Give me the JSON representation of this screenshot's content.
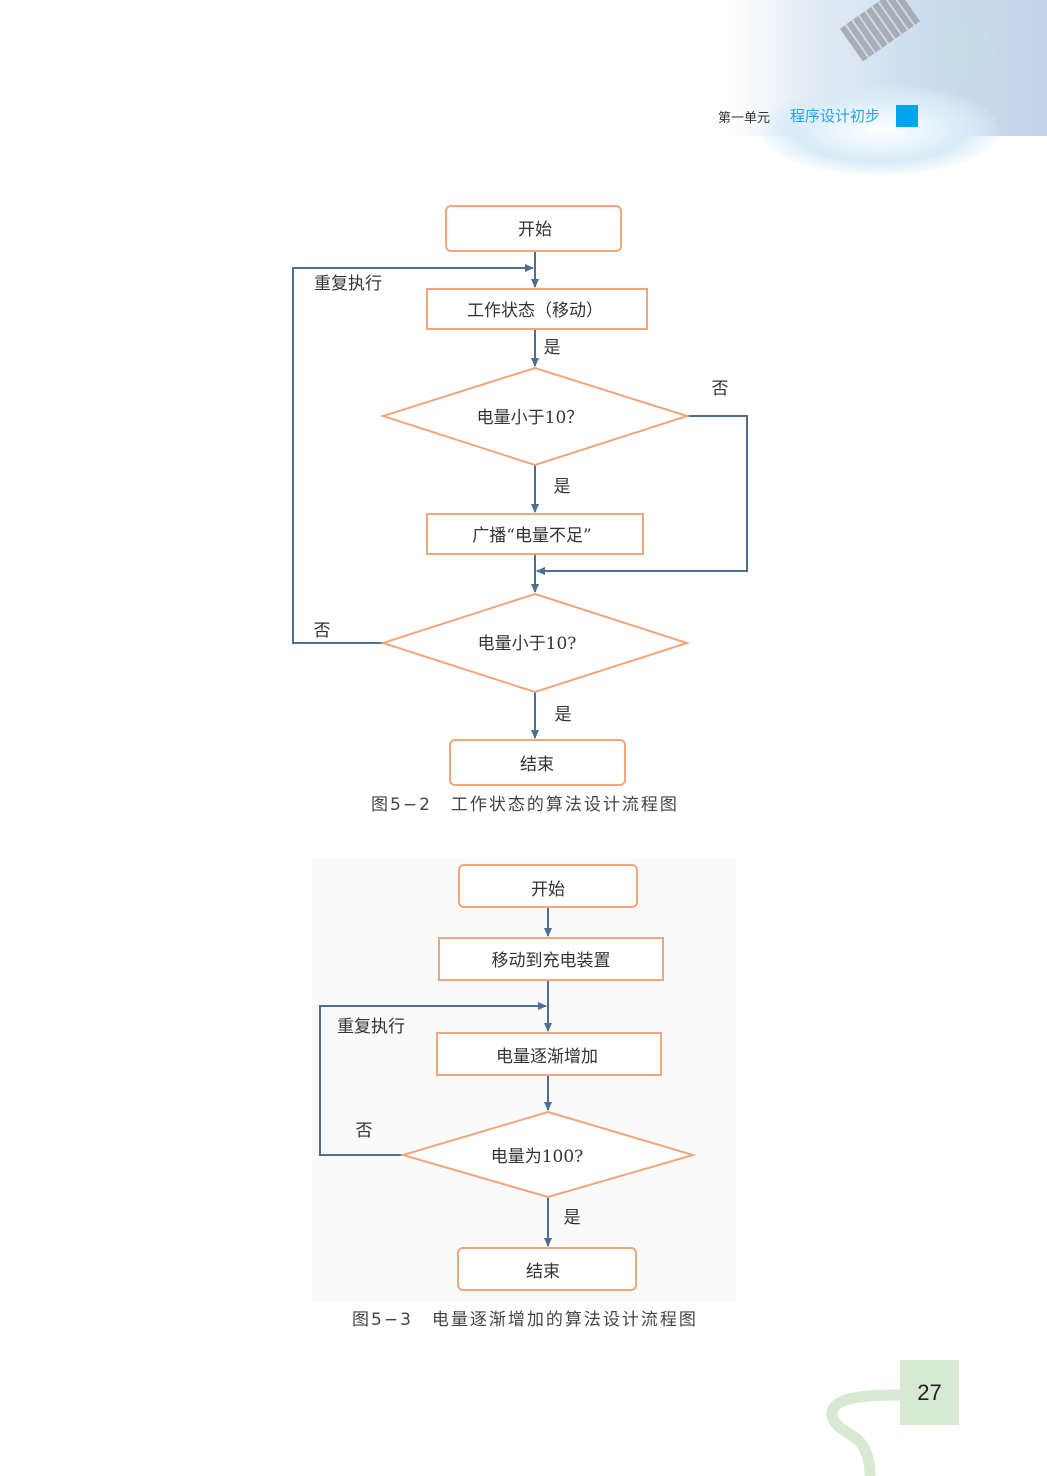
{
  "header": {
    "unit": "第一单元",
    "title": "程序设计初步"
  },
  "figure1": {
    "start": "开始",
    "repeat": "重复执行",
    "work_state": "工作状态（移动）",
    "yes1": "是",
    "decision1": "电量小于10？",
    "no1": "否",
    "yes2": "是",
    "broadcast": "广播“电量不足”",
    "decision2": "电量小于10?",
    "no2": "否",
    "yes3": "是",
    "end": "结束",
    "caption": "图5−2　工作状态的算法设计流程图"
  },
  "figure2": {
    "start": "开始",
    "move": "移动到充电装置",
    "repeat": "重复执行",
    "increase": "电量逐渐增加",
    "no": "否",
    "decision": "电量为100?",
    "yes": "是",
    "end": "结束",
    "caption": "图5−3　电量逐渐增加的算法设计流程图"
  },
  "page_number": "27",
  "colors": {
    "box_border": "#f0a57c",
    "line": "#4a6f92",
    "accent": "#00a6ec",
    "page_tab": "#d8e9d3"
  }
}
